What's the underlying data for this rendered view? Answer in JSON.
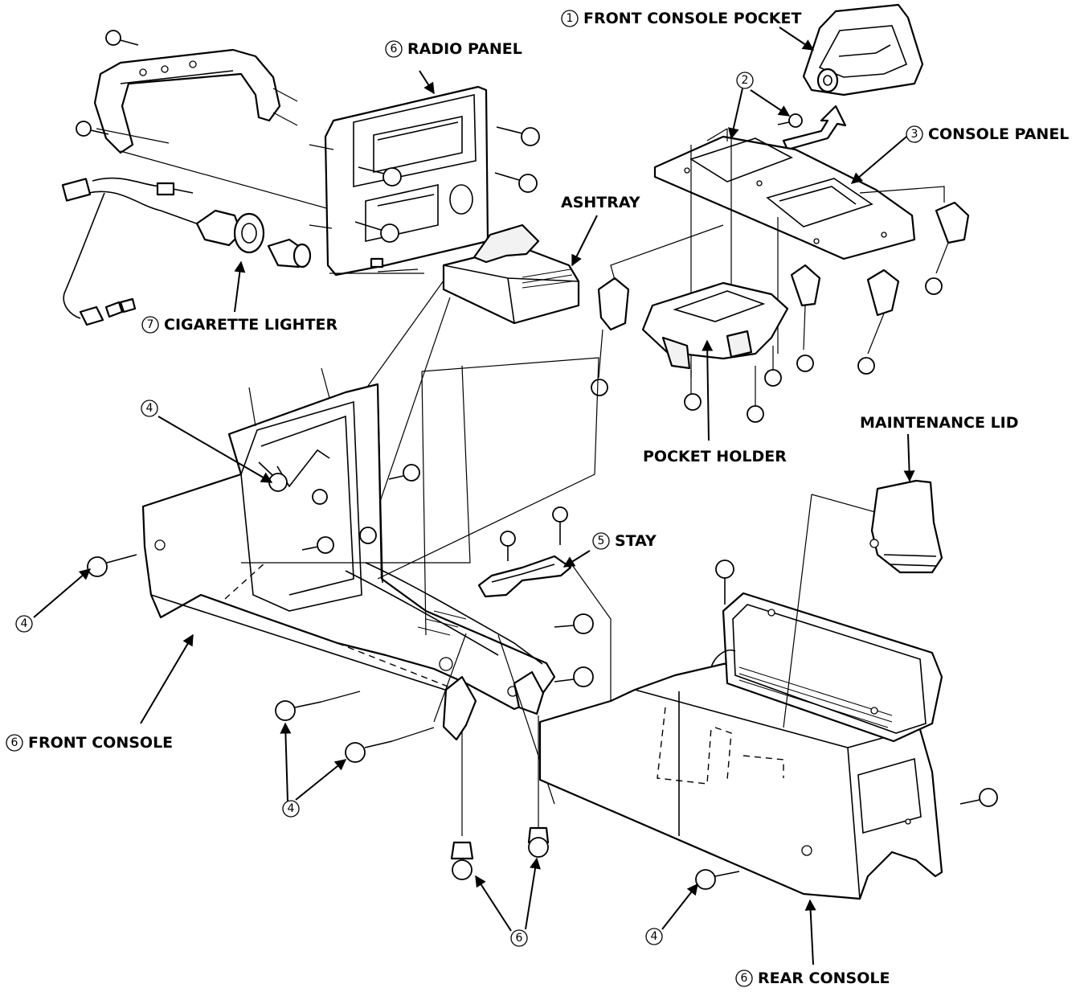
{
  "labels": {
    "front_console_pocket": {
      "num": "1",
      "text": "FRONT CONSOLE POCKET"
    },
    "radio_panel": {
      "num": "6",
      "text": "RADIO PANEL"
    },
    "console_panel": {
      "num": "3",
      "text": "CONSOLE PANEL"
    },
    "ashtray": {
      "text": "ASHTRAY"
    },
    "cigarette_lighter": {
      "num": "7",
      "text": "CIGARETTE LIGHTER"
    },
    "maintenance_lid": {
      "text": "MAINTENANCE LID"
    },
    "pocket_holder": {
      "text": "POCKET HOLDER"
    },
    "stay": {
      "num": "5",
      "text": "STAY"
    },
    "front_console": {
      "num": "6",
      "text": "FRONT CONSOLE"
    },
    "rear_console": {
      "num": "6",
      "text": "REAR CONSOLE"
    }
  },
  "callouts": {
    "c2": "2",
    "c4_top": "4",
    "c4_left": "4",
    "c4_mid": "4",
    "c4_bottom": "4",
    "c6_bottom": "6"
  }
}
